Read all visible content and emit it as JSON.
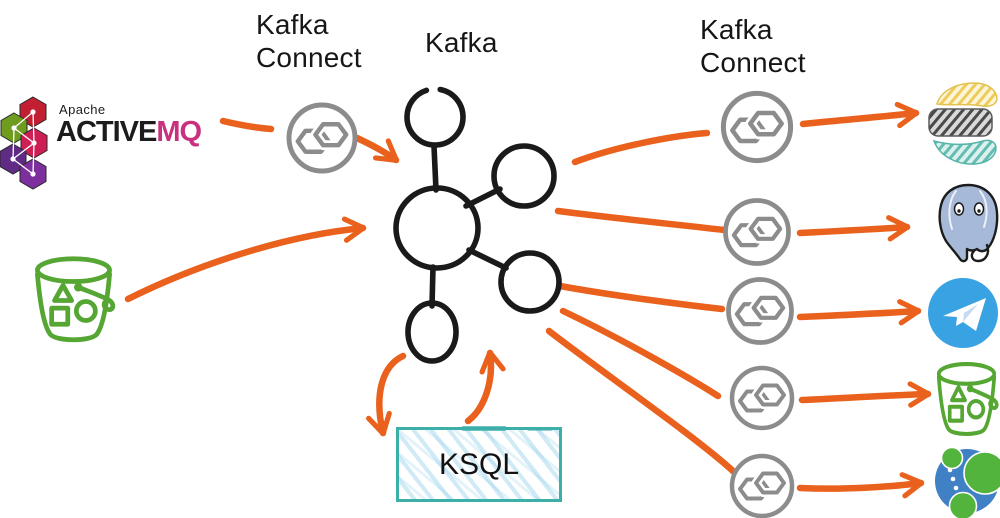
{
  "labels": {
    "kafka_connect_left": "Kafka\nConnect",
    "kafka": "Kafka",
    "kafka_connect_right": "Kafka\nConnect",
    "ksql": "KSQL"
  },
  "activemq": {
    "apache": "Apache",
    "active": "ACTIVE",
    "mq": "MQ"
  },
  "icons": {
    "sources": [
      "apache-activemq-logo",
      "s3-bucket-icon"
    ],
    "connector": "kafka-connect-connector-icon",
    "center": "kafka-logo-sketch",
    "destinations": [
      "layered-stack-icon",
      "postgresql-elephant-icon",
      "telegram-icon",
      "s3-bucket-icon",
      "neo4j-icon"
    ]
  },
  "colors": {
    "arrow_orange": "#e9611c",
    "sketch_black": "#1a1a1a",
    "connector_grey": "#8c8c8c",
    "bucket_green": "#55a633",
    "ksql_teal": "#3cafa9",
    "activemq_magenta": "#c9317f",
    "activemq_red": "#c22032",
    "activemq_green": "#6f9c1f",
    "activemq_crimson": "#ce1f55",
    "activemq_purple": "#5f2b85",
    "activemq_violet": "#7e2f9e",
    "telegram_blue": "#38a2e3",
    "neo4j_blue": "#4080c5",
    "neo4j_green": "#52b43c",
    "postgres_slate": "#a6b9d8",
    "stack_yellow": "#edcc5c",
    "stack_grey": "#4a4a4a",
    "stack_teal": "#62bdb2"
  }
}
